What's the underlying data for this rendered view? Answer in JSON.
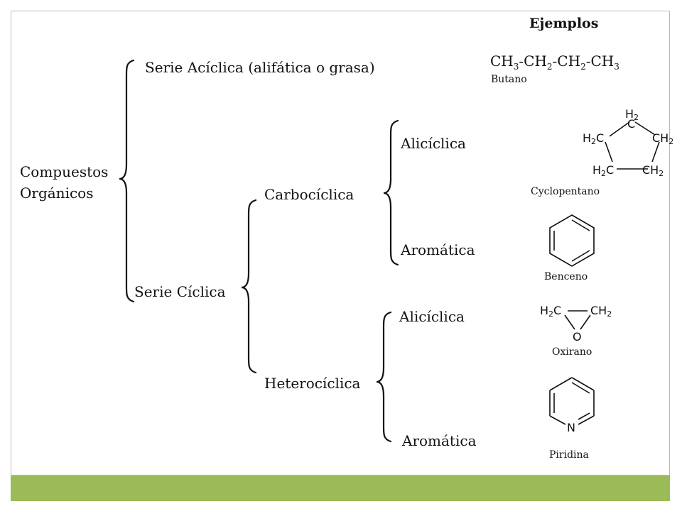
{
  "header": {
    "examples_title": "Ejemplos"
  },
  "tree": {
    "root_line1": "Compuestos",
    "root_line2": "Orgánicos",
    "acyclic": "Serie Acíclica (alifática o grasa)",
    "cyclic": "Serie Cíclica",
    "carbocyclic": "Carbocíclica",
    "heterocyclic": "Heterocíclica",
    "carbo_alicyclic": "Alicíclica",
    "carbo_aromatic": "Aromática",
    "hetero_alicyclic": "Alicíclica",
    "hetero_aromatic": "Aromática"
  },
  "examples": {
    "butane": {
      "formula_parts": [
        {
          "t": "CH",
          "s": "3"
        },
        {
          "t": "-CH",
          "s": "2"
        },
        {
          "t": "-CH",
          "s": "2"
        },
        {
          "t": "-CH",
          "s": "3"
        }
      ],
      "name": "Butano"
    },
    "cyclopentane": {
      "name": "Cyclopentano",
      "labels": {
        "top": "H2C",
        "left": "H2C",
        "right": "CH2",
        "bottom_left": "H2C",
        "bottom_right": "CH2"
      }
    },
    "benzene": {
      "name": "Benceno"
    },
    "oxirane": {
      "name": "Oxirano",
      "labels": {
        "left": "H2C",
        "right": "CH2",
        "bottom": "O"
      }
    },
    "pyridine": {
      "name": "Piridina",
      "labels": {
        "n": "N"
      }
    }
  },
  "colors": {
    "footer": "#9bbb59",
    "frame": "#b9b9b9",
    "ink": "#111111"
  }
}
